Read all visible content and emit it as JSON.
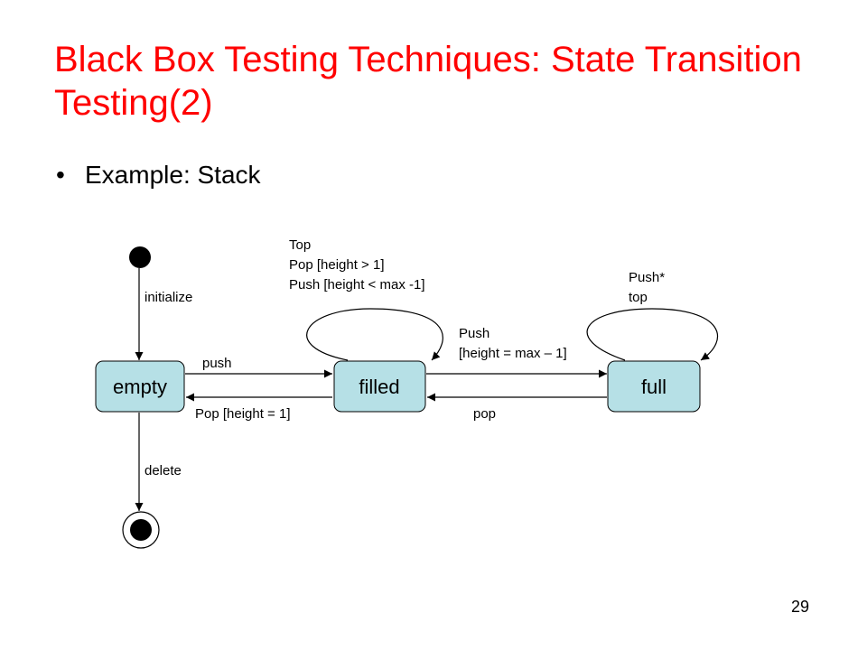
{
  "slide": {
    "title": "Black Box Testing Techniques: State Transition Testing(2)",
    "bullet": "Example:  Stack",
    "slide_number": "29"
  },
  "diagram": {
    "states": {
      "empty": "empty",
      "filled": "filled",
      "full": "full"
    },
    "transitions": {
      "initialize": "initialize",
      "delete": "delete",
      "push": "push",
      "pop_height_1": "Pop [height = 1]",
      "push_to_full_line1": "Push",
      "push_to_full_line2": "[height = max – 1]",
      "pop": "pop",
      "filled_self_line1": "Top",
      "filled_self_line2": "Pop [height > 1]",
      "filled_self_line3": "Push [height < max -1]",
      "full_self_line1": "Push*",
      "full_self_line2": "top"
    }
  }
}
